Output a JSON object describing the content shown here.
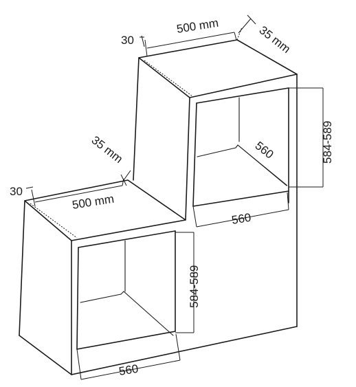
{
  "labels": {
    "upper_depth": "500 mm",
    "upper_front_gap": "30",
    "upper_rear_gap": "35 mm",
    "upper_niche_depth": "560",
    "upper_niche_width": "560",
    "upper_niche_height": "584-589",
    "lower_depth": "500 mm",
    "lower_front_gap": "30",
    "lower_rear_gap": "35 mm",
    "lower_niche_width": "560",
    "lower_niche_height": "584-589"
  },
  "colors": {
    "line": "#1a1a1a",
    "background": "#ffffff"
  }
}
